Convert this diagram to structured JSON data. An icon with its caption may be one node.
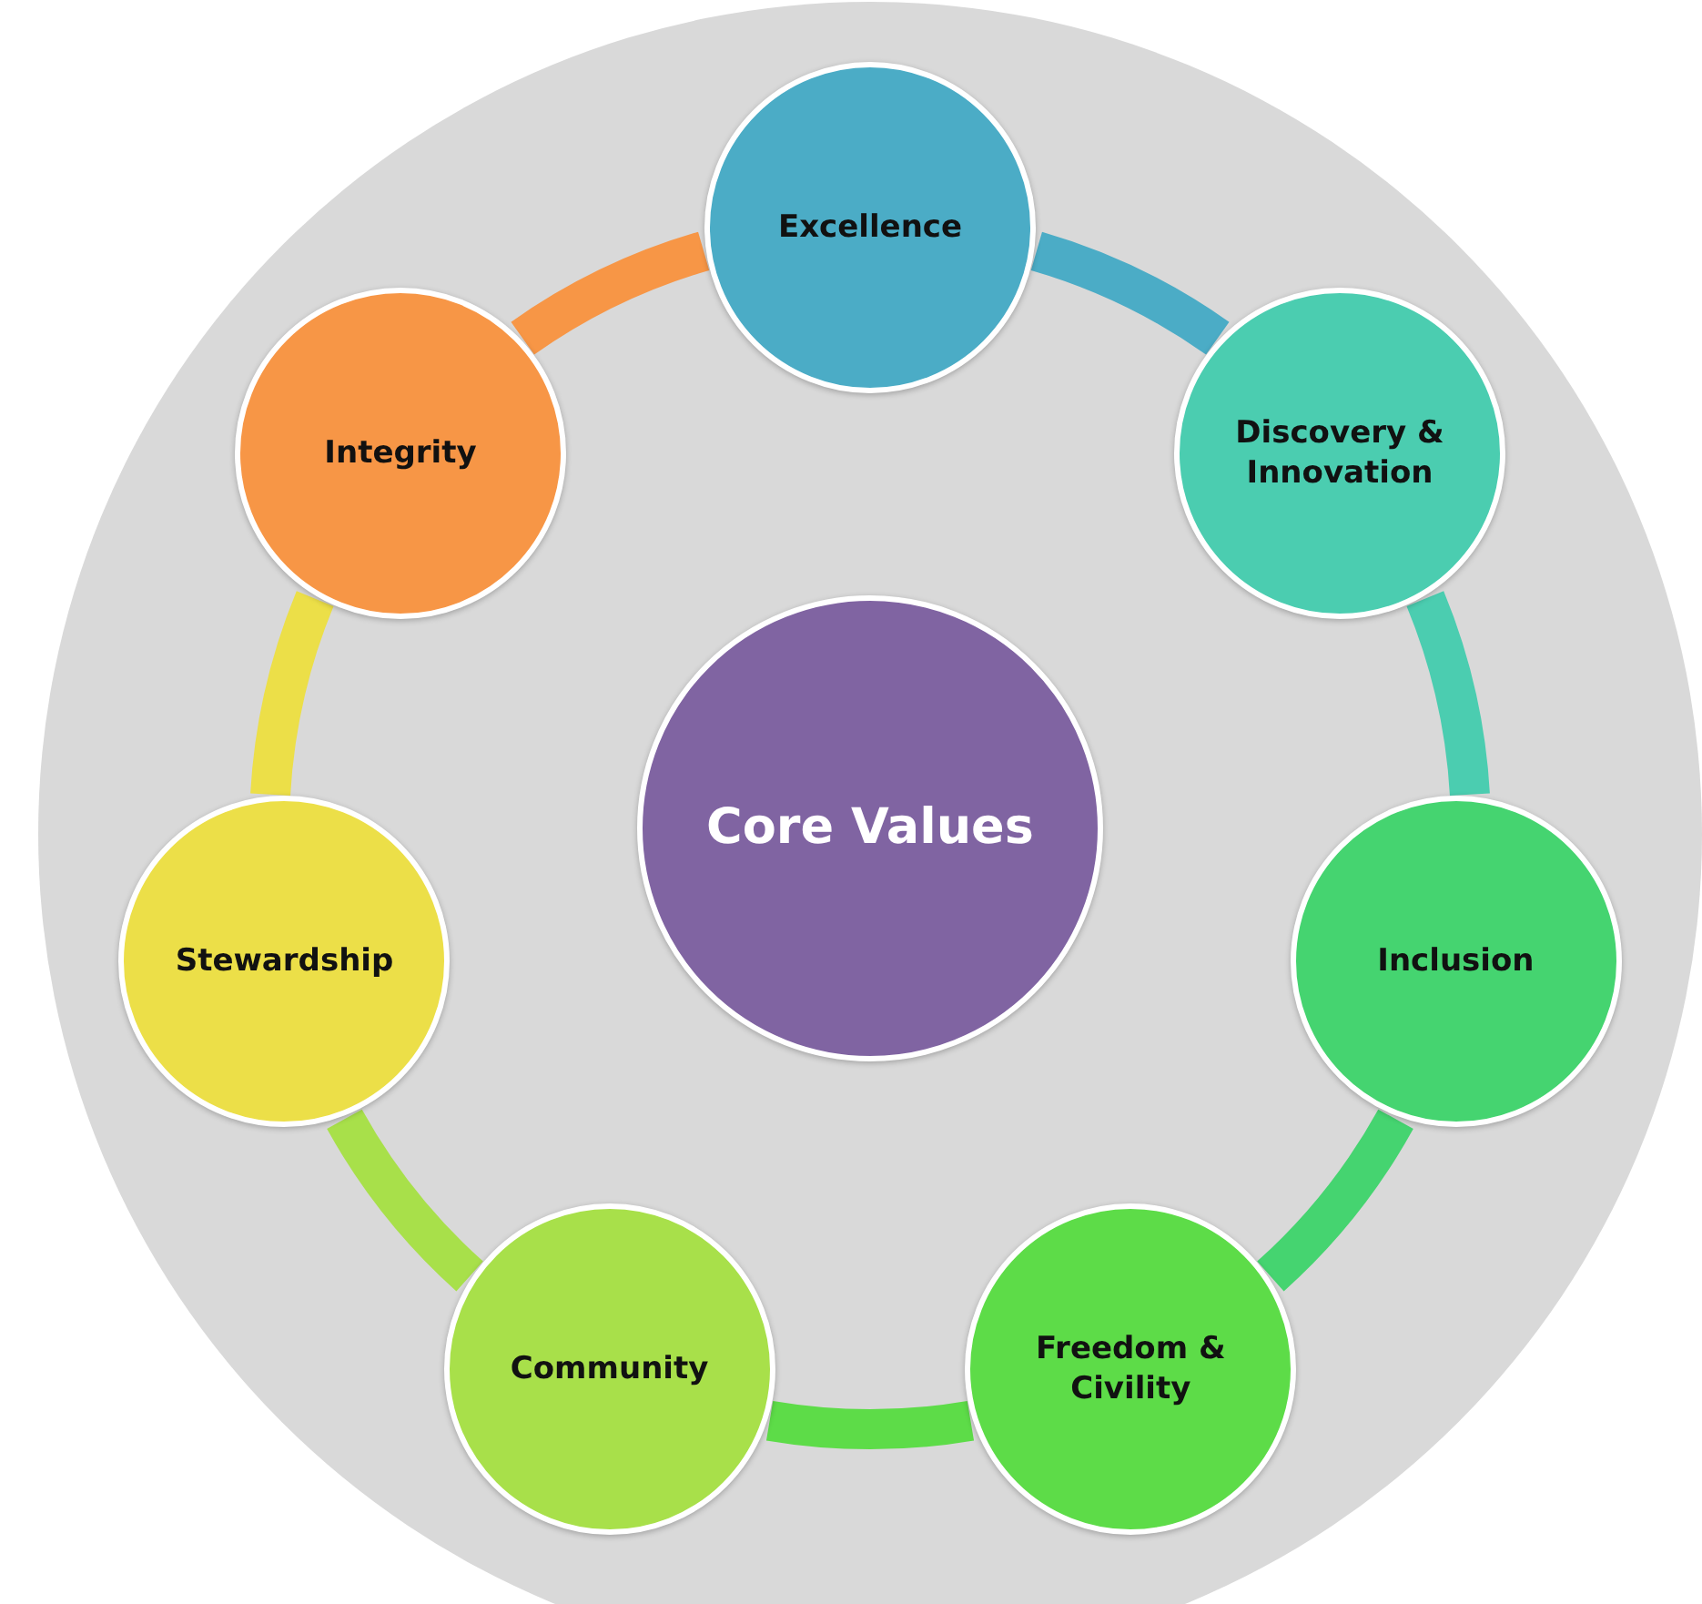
{
  "diagram": {
    "nodes": [
      {
        "text": [],
        "shape": "circle"
      },
      {
        "text": [
          "Core Values"
        ],
        "in": 0
      },
      {
        "text": [
          "Excellence"
        ],
        "in": 0
      },
      {
        "text": [
          "Discovery & Innovation"
        ],
        "in": 0
      },
      {
        "text": [
          "Inclusion"
        ],
        "in": 0
      },
      {
        "text": [
          "Freedom & Civility"
        ],
        "in": 0
      },
      {
        "text": [
          "Community"
        ],
        "in": 0
      },
      {
        "text": [
          "Stewardship"
        ],
        "in": 0
      },
      {
        "text": [
          "Integrity"
        ],
        "in": 0
      }
    ],
    "edges": [
      {
        "from": 2,
        "to": 3,
        "arrow": "none",
        "color": "#4bacc6"
      },
      {
        "from": 3,
        "to": 4,
        "arrow": "none",
        "color": "#4bcdb0"
      },
      {
        "from": 4,
        "to": 5,
        "arrow": "none",
        "color": "#45d470"
      },
      {
        "from": 5,
        "to": 6,
        "arrow": "none",
        "color": "#5ddc48"
      },
      {
        "from": 6,
        "to": 7,
        "arrow": "none",
        "color": "#a8e04a"
      },
      {
        "from": 7,
        "to": 8,
        "arrow": "none",
        "color": "#ecdf48"
      },
      {
        "from": 8,
        "to": 2,
        "arrow": "none",
        "color": "#f79646"
      }
    ]
  }
}
